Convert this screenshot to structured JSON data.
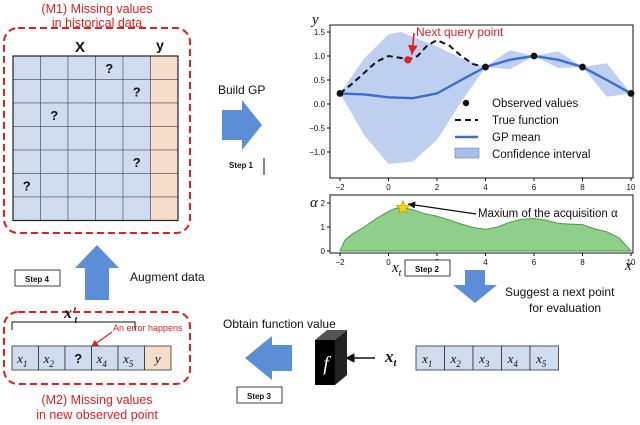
{
  "m1": {
    "line1": "(M1) Missing values",
    "line2": "in historical data"
  },
  "matrix": {
    "x_label": "X",
    "y_label": "y",
    "rows": 7,
    "cols": 6,
    "missing": [
      [
        0,
        3
      ],
      [
        1,
        4
      ],
      [
        2,
        1
      ],
      [
        4,
        4
      ],
      [
        5,
        0
      ]
    ],
    "missing_symbol": "?"
  },
  "arrows": {
    "build_gp": "Build GP",
    "step1": "Step 1",
    "step2": "Step 2",
    "step3": "Step 3",
    "step4": "Step 4",
    "suggest_line1": "Suggest a next point",
    "suggest_line2": "for evaluation",
    "obtain": "Obtain function value",
    "augment": "Augment data"
  },
  "gp_plot": {
    "y_axis_label": "y",
    "next_query_label": "Next query point",
    "x_ticks": [
      "−2",
      "0",
      "2",
      "4",
      "6",
      "8",
      "10"
    ],
    "y_ticks": [
      "1.5",
      "1.0",
      "0.5",
      "0.0",
      "−0.5",
      "−1.0"
    ],
    "legend": [
      "Observed values",
      "True function",
      "GP mean",
      "Confidence interval"
    ],
    "observed": [
      {
        "x": -2,
        "y": 0.22
      },
      {
        "x": 4,
        "y": 0.77
      },
      {
        "x": 6,
        "y": 1.0
      },
      {
        "x": 8,
        "y": 0.77
      },
      {
        "x": 10,
        "y": 0.22
      }
    ],
    "next_query": {
      "x": 0.8,
      "y": 0.92
    },
    "true_fn": [
      [
        -2,
        0.22
      ],
      [
        -1.5,
        0.42
      ],
      [
        -1,
        0.65
      ],
      [
        -0.5,
        0.88
      ],
      [
        0,
        1.0
      ],
      [
        0.5,
        0.96
      ],
      [
        0.8,
        0.92
      ],
      [
        1.2,
        1.0
      ],
      [
        1.6,
        1.22
      ],
      [
        2,
        1.33
      ],
      [
        2.5,
        1.22
      ],
      [
        3,
        1.0
      ],
      [
        3.5,
        0.83
      ],
      [
        4,
        0.77
      ]
    ],
    "gp_mean": [
      [
        -2,
        0.22
      ],
      [
        -1,
        0.2
      ],
      [
        0,
        0.14
      ],
      [
        1,
        0.12
      ],
      [
        2,
        0.22
      ],
      [
        3,
        0.5
      ],
      [
        4,
        0.77
      ],
      [
        5,
        0.92
      ],
      [
        6,
        1.0
      ],
      [
        7,
        0.92
      ],
      [
        8,
        0.77
      ],
      [
        9,
        0.5
      ],
      [
        10,
        0.22
      ]
    ],
    "ci_upper": [
      [
        -2,
        0.22
      ],
      [
        -1,
        0.95
      ],
      [
        0,
        1.45
      ],
      [
        0.5,
        1.5
      ],
      [
        1,
        1.4
      ],
      [
        2,
        1.2
      ],
      [
        3,
        0.95
      ],
      [
        4,
        0.77
      ],
      [
        5,
        1.12
      ],
      [
        6,
        1.0
      ],
      [
        7,
        1.1
      ],
      [
        8,
        0.77
      ],
      [
        9,
        0.85
      ],
      [
        10,
        0.22
      ]
    ],
    "ci_lower": [
      [
        10,
        0.22
      ],
      [
        9,
        0.15
      ],
      [
        8,
        0.77
      ],
      [
        7,
        0.75
      ],
      [
        6,
        1.0
      ],
      [
        5,
        0.72
      ],
      [
        4,
        0.77
      ],
      [
        3,
        0.05
      ],
      [
        2,
        -0.75
      ],
      [
        1,
        -1.2
      ],
      [
        0,
        -1.25
      ],
      [
        -1,
        -0.65
      ],
      [
        -2,
        0.22
      ]
    ]
  },
  "acq_plot": {
    "y_axis_label": "α",
    "x_axis_label": "x",
    "xt_label": "x",
    "xt_sub": "t",
    "max_label": "Maxium of the acquisition α",
    "x_ticks": [
      "−2",
      "0",
      "2",
      "4",
      "6",
      "8",
      "10"
    ],
    "y_ticks": [
      "2",
      "1",
      "0"
    ],
    "curve": [
      [
        -2,
        0
      ],
      [
        -1.8,
        0.45
      ],
      [
        -1.5,
        0.7
      ],
      [
        -1,
        1.0
      ],
      [
        -0.5,
        1.35
      ],
      [
        0,
        1.65
      ],
      [
        0.3,
        1.78
      ],
      [
        0.6,
        1.8
      ],
      [
        1,
        1.72
      ],
      [
        1.5,
        1.55
      ],
      [
        2,
        1.45
      ],
      [
        2.5,
        1.3
      ],
      [
        3,
        1.12
      ],
      [
        3.5,
        0.98
      ],
      [
        4,
        0.9
      ],
      [
        4.5,
        1.0
      ],
      [
        5,
        1.2
      ],
      [
        5.5,
        1.32
      ],
      [
        6,
        1.35
      ],
      [
        6.5,
        1.28
      ],
      [
        7,
        1.15
      ],
      [
        7.5,
        1.12
      ],
      [
        8,
        1.1
      ],
      [
        8.5,
        0.92
      ],
      [
        9,
        0.8
      ],
      [
        9.5,
        0.55
      ],
      [
        10,
        0
      ]
    ],
    "max_point": {
      "x": 0.6,
      "y": 1.8
    }
  },
  "x_vector": {
    "label": "x",
    "sub": "t",
    "cells": [
      {
        "b": "x",
        "s": "1"
      },
      {
        "b": "x",
        "s": "2"
      },
      {
        "b": "x",
        "s": "3"
      },
      {
        "b": "x",
        "s": "4"
      },
      {
        "b": "x",
        "s": "5"
      }
    ]
  },
  "blackbox": {
    "label": "f"
  },
  "m2": {
    "top_label": "x'",
    "top_sub": "t",
    "error_note": "An error happens",
    "cells": [
      {
        "b": "x",
        "s": "1"
      },
      {
        "b": "x",
        "s": "2"
      },
      {
        "b": "?",
        "s": ""
      },
      {
        "b": "x",
        "s": "4"
      },
      {
        "b": "x",
        "s": "5"
      },
      {
        "b": "y",
        "s": ""
      }
    ],
    "line1": "(M2) Missing values",
    "line2": "in new observed point"
  },
  "colors": {
    "red": "#e02020",
    "cell_blue": "#cfdcef",
    "cell_y": "#f6dccb",
    "arrow_blue": "#5b8ed6",
    "ci_fill": "#a9bfea",
    "mean_line": "#3a6fcf",
    "acq_fill": "#8fcf8c",
    "star": "#ffd400"
  }
}
